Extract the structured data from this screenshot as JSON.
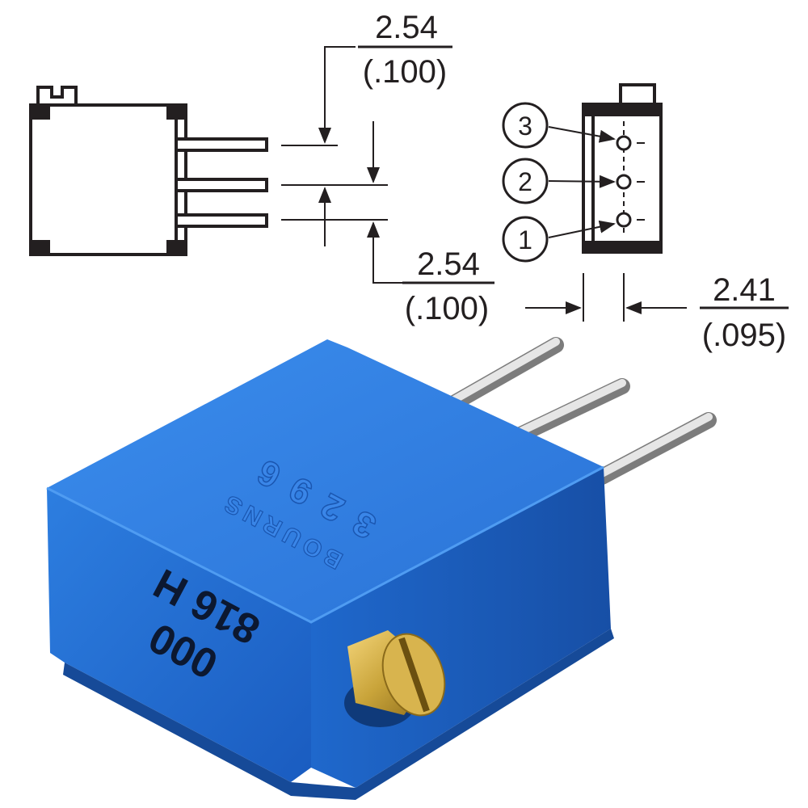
{
  "dimensions": {
    "pin_spacing_upper": {
      "mm": "2.54",
      "inch": "(.100)"
    },
    "pin_spacing_lower": {
      "mm": "2.54",
      "inch": "(.100)"
    },
    "pin_offset": {
      "mm": "2.41",
      "inch": "(.095)"
    }
  },
  "pins": {
    "pin_3": "3",
    "pin_2": "2",
    "pin_1": "1"
  },
  "component": {
    "marking_line_1": "000",
    "marking_line_2": "816 H",
    "molded_part_number": "3296",
    "molded_text": "BOURNS"
  },
  "colors": {
    "body_blue": "#1f63c8",
    "screw_brass": "#c9a43a",
    "pin_silver": "#c8c8c8",
    "line": "#231f20"
  }
}
